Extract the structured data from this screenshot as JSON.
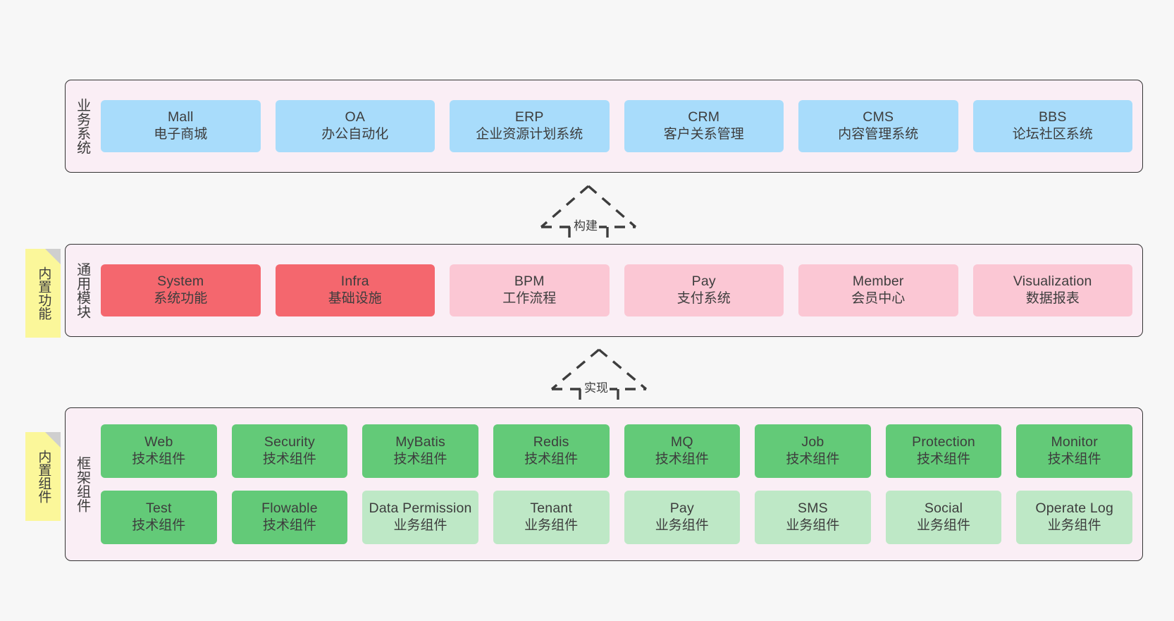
{
  "canvas": {
    "background": "#f7f7f7",
    "frame_fill": "#faeef5",
    "frame_border": "#333333"
  },
  "sections": [
    {
      "id": "business-systems",
      "title": "业务系统",
      "note": null,
      "rows": [
        [
          {
            "en": "Mall",
            "cn": "电子商城",
            "color": "#a8dcfb",
            "variant": "c-blue"
          },
          {
            "en": "OA",
            "cn": "办公自动化",
            "color": "#a8dcfb",
            "variant": "c-blue"
          },
          {
            "en": "ERP",
            "cn": "企业资源计划系统",
            "color": "#a8dcfb",
            "variant": "c-blue"
          },
          {
            "en": "CRM",
            "cn": "客户关系管理",
            "color": "#a8dcfb",
            "variant": "c-blue"
          },
          {
            "en": "CMS",
            "cn": "内容管理系统",
            "color": "#a8dcfb",
            "variant": "c-blue"
          },
          {
            "en": "BBS",
            "cn": "论坛社区系统",
            "color": "#a8dcfb",
            "variant": "c-blue"
          }
        ]
      ]
    },
    {
      "id": "common-modules",
      "title": "通用模块",
      "note": "内置功能",
      "rows": [
        [
          {
            "en": "System",
            "cn": "系统功能",
            "color": "#f4676e",
            "variant": "c-red"
          },
          {
            "en": "Infra",
            "cn": "基础设施",
            "color": "#f4676e",
            "variant": "c-red"
          },
          {
            "en": "BPM",
            "cn": "工作流程",
            "color": "#fbc7d4",
            "variant": "c-pink"
          },
          {
            "en": "Pay",
            "cn": "支付系统",
            "color": "#fbc7d4",
            "variant": "c-pink"
          },
          {
            "en": "Member",
            "cn": "会员中心",
            "color": "#fbc7d4",
            "variant": "c-pink"
          },
          {
            "en": "Visualization",
            "cn": "数据报表",
            "color": "#fbc7d4",
            "variant": "c-pink"
          }
        ]
      ]
    },
    {
      "id": "framework-components",
      "title": "框架组件",
      "note": "内置组件",
      "rows": [
        [
          {
            "en": "Web",
            "cn": "技术组件",
            "color": "#63ca78",
            "variant": "c-green"
          },
          {
            "en": "Security",
            "cn": "技术组件",
            "color": "#63ca78",
            "variant": "c-green"
          },
          {
            "en": "MyBatis",
            "cn": "技术组件",
            "color": "#63ca78",
            "variant": "c-green"
          },
          {
            "en": "Redis",
            "cn": "技术组件",
            "color": "#63ca78",
            "variant": "c-green"
          },
          {
            "en": "MQ",
            "cn": "技术组件",
            "color": "#63ca78",
            "variant": "c-green"
          },
          {
            "en": "Job",
            "cn": "技术组件",
            "color": "#63ca78",
            "variant": "c-green"
          },
          {
            "en": "Protection",
            "cn": "技术组件",
            "color": "#63ca78",
            "variant": "c-green"
          },
          {
            "en": "Monitor",
            "cn": "技术组件",
            "color": "#63ca78",
            "variant": "c-green"
          }
        ],
        [
          {
            "en": "Test",
            "cn": "技术组件",
            "color": "#63ca78",
            "variant": "c-green"
          },
          {
            "en": "Flowable",
            "cn": "技术组件",
            "color": "#63ca78",
            "variant": "c-green"
          },
          {
            "en": "Data Permission",
            "cn": "业务组件",
            "color": "#bee8c6",
            "variant": "c-lgreen"
          },
          {
            "en": "Tenant",
            "cn": "业务组件",
            "color": "#bee8c6",
            "variant": "c-lgreen"
          },
          {
            "en": "Pay",
            "cn": "业务组件",
            "color": "#bee8c6",
            "variant": "c-lgreen"
          },
          {
            "en": "SMS",
            "cn": "业务组件",
            "color": "#bee8c6",
            "variant": "c-lgreen"
          },
          {
            "en": "Social",
            "cn": "业务组件",
            "color": "#bee8c6",
            "variant": "c-lgreen"
          },
          {
            "en": "Operate Log",
            "cn": "业务组件",
            "color": "#bee8c6",
            "variant": "c-lgreen"
          }
        ]
      ]
    }
  ],
  "arrows": [
    {
      "id": "arrow-build",
      "label": "构建"
    },
    {
      "id": "arrow-implement",
      "label": "实现"
    }
  ]
}
